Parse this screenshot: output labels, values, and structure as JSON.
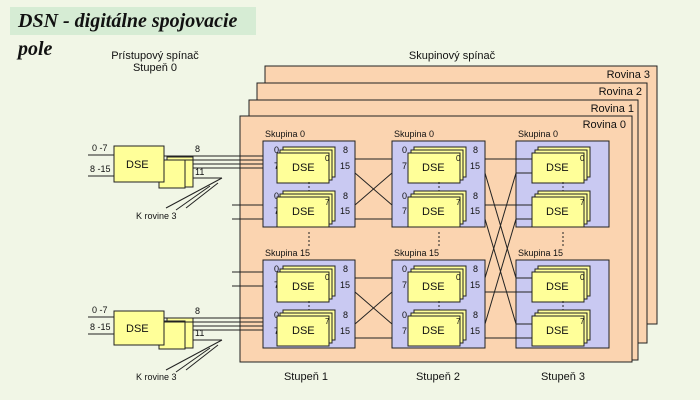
{
  "title": "DSN - digitálne spojovacie pole",
  "access_switch": {
    "label_line1": "Prístupový spínač",
    "label_line2": "Stupeň 0",
    "units": [
      {
        "block_label": "DSE",
        "input_top": "0 -7",
        "input_bottom": "8 -15",
        "out_top": "8",
        "out_bottom": "11",
        "plane_label": "K rovine 3"
      },
      {
        "block_label": "DSE",
        "input_top": "0 -7",
        "input_bottom": "8 -15",
        "out_top": "8",
        "out_bottom": "11",
        "plane_label": "K rovine 3"
      }
    ]
  },
  "group_switch": {
    "label": "Skupinový spínač",
    "planes": [
      "Rovina 3",
      "Rovina 2",
      "Rovina 1",
      "Rovina 0"
    ],
    "stages": [
      {
        "label": "Stupeň 1",
        "groups": [
          {
            "label": "Skupina 0",
            "top_dse": "DSE",
            "top_index": "0",
            "bottom_dse": "DSE",
            "bottom_index": "7"
          },
          {
            "label": "Skupina 15",
            "top_dse": "DSE",
            "top_index": "0",
            "bottom_dse": "DSE",
            "bottom_index": "7"
          }
        ]
      },
      {
        "label": "Stupeň 2",
        "groups": [
          {
            "label": "Skupina 0",
            "top_dse": "DSE",
            "top_index": "0",
            "bottom_dse": "DSE",
            "bottom_index": "7"
          },
          {
            "label": "Skupina 15",
            "top_dse": "DSE",
            "top_index": "0",
            "bottom_dse": "DSE",
            "bottom_index": "7"
          }
        ]
      },
      {
        "label": "Stupeň 3",
        "groups": [
          {
            "label": "Skupina 0",
            "top_dse": "DSE",
            "top_index": "0",
            "bottom_dse": "DSE",
            "bottom_index": "7"
          },
          {
            "label": "Skupina 15",
            "top_dse": "DSE",
            "top_index": "0",
            "bottom_dse": "DSE",
            "bottom_index": "7"
          }
        ]
      }
    ],
    "port_labels": {
      "in_top": "0",
      "in_bottom": "7",
      "out_top": "8",
      "out_bottom": "15"
    }
  },
  "colors": {
    "background": "#f1f6e6",
    "title_bg": "#d6ecd4",
    "plane_fill": "#fbd4b0",
    "group_fill": "#c9c9f2",
    "dse_fill": "#ffff99",
    "line": "#222222"
  }
}
